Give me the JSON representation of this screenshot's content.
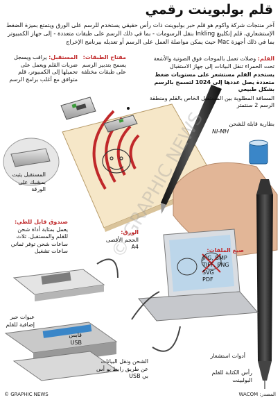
{
  "title": "قلم بولبوينت رقمي",
  "intro": "آخر منتجات شركة واكوم هو قلم حبر بولبوينت ذات رأس حقيقي يستخدم للرسم على الورق ويتمتع بميزة الضغط الإستشعاري، قلم إنكليبغ Inkling بنقل الرسومات - بما في ذلك الرسم على طبقات متعددة - إلى جهاز الكمبيوتر بما في ذلك أجهزة Mac حيث يمكن مواصلة العمل على الرسم أو تعديله ببرنامج الإخراج",
  "receiver_box": {
    "heading": "المستقبل:",
    "text": "يراقب ويسجل ضربات القلم ويعمل على تحميلها إلى الكمبيوتر، قلم متوافق مع أغلب برامج الرسم"
  },
  "layers_box": {
    "heading": "مفتاح الطبقات:",
    "text": "يسمح بتدبير الرسم على طبقات مختلفة"
  },
  "pen_box": {
    "heading": "القلم:",
    "text": "وصلات تعمل بالموجات فوق الصوتية والأشعة تحت الحمراء تنقل البيانات إلى جهاز الاستقبال",
    "bold": "يستخدم القلم مستشعر على مستويات ضغط متعددة يصل عددها إلى 1024 لتسمح بالرسم بشكل طبيعي",
    "distance": "المسافة المطلوبة بين المستقبل الخاص بالقلم ومنطقة الرسم 2 سنتمتر"
  },
  "battery": {
    "label": "بطارية قابلة للشحن",
    "type": "NI-MH"
  },
  "receiver_clip": {
    "text": "المستقبل يثبت بمشبك على الورقة"
  },
  "paper": {
    "heading": "الورق:",
    "text": "الحجم الأقصى",
    "size": "A4"
  },
  "charging_case": {
    "heading": "صندوق قابل للطي:",
    "text": "يعمل بمثابة أداة شحن للقلم والمستقبل. ثلاث ساعات شحن توفر ثماني ساعات تشغيل"
  },
  "file_formats": {
    "heading": "صيغ الملفات:",
    "items": [
      "JPG, BMP",
      "TIFF, PNG",
      "SVG",
      "PDF"
    ]
  },
  "spare_ink": "عبوات حبر إضافية للقلم",
  "usb_plug": {
    "label": "قابس",
    "code": "USB"
  },
  "usb_transfer": "الشحن ونقل البيانات عن طريق رابط يو أس بي USB",
  "sensor_tools": "أدوات استشعار",
  "pen_tip": "رأس الكتابة للقلم البولبينت",
  "watermark": "© GRAPHIC NEWS",
  "footer": {
    "copyright": "© GRAPHIC NEWS",
    "source": "المصدر: WACOM"
  },
  "colors": {
    "accent": "#c0282a",
    "pen_body": "#2b2b2b",
    "paper": "#f6e7c8",
    "device_silver": "#c9c9c9",
    "screen_blue": "#bcd6ea"
  }
}
